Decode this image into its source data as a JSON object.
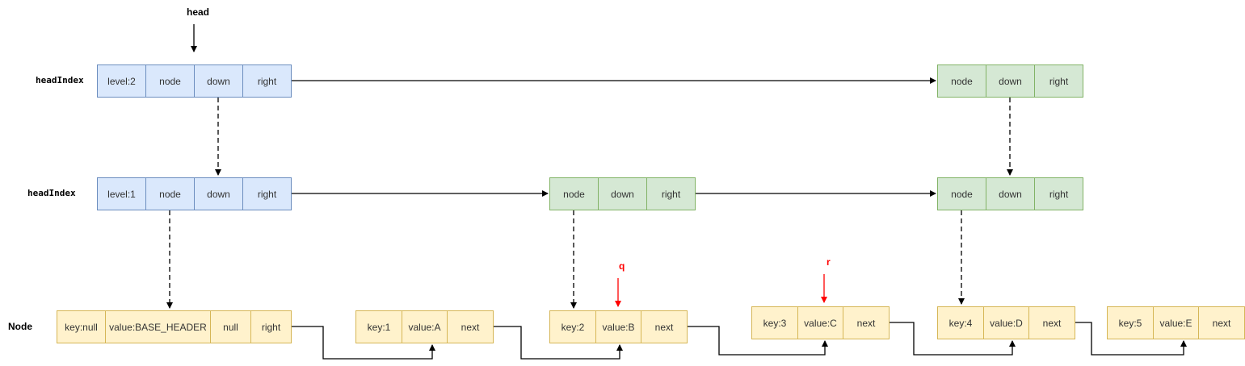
{
  "labels": {
    "head": "head",
    "row_level2": "headIndex",
    "row_level1": "headIndex",
    "row_nodes": "Node",
    "q": "q",
    "r": "r"
  },
  "colors": {
    "index_head_fill": "#dae8fc",
    "index_head_stroke": "#6c8ebf",
    "index_fill": "#d5e8d4",
    "index_stroke": "#82b366",
    "node_fill": "#fff2cc",
    "node_stroke": "#d6b656",
    "pointer_color": "#ff0000",
    "arrow_color": "#000000"
  },
  "level2": {
    "head_index": [
      "level:2",
      "node",
      "down",
      "right"
    ],
    "index_d": [
      "node",
      "down",
      "right"
    ]
  },
  "level1": {
    "head_index": [
      "level:1",
      "node",
      "down",
      "right"
    ],
    "index_b": [
      "node",
      "down",
      "right"
    ],
    "index_d": [
      "node",
      "down",
      "right"
    ]
  },
  "nodes": {
    "header": [
      "key:null",
      "value:BASE_HEADER",
      "null",
      "right"
    ],
    "a": [
      "key:1",
      "value:A",
      "next"
    ],
    "b": [
      "key:2",
      "value:B",
      "next"
    ],
    "c": [
      "key:3",
      "value:C",
      "next"
    ],
    "d": [
      "key:4",
      "value:D",
      "next"
    ],
    "e": [
      "key:5",
      "value:E",
      "next"
    ]
  }
}
